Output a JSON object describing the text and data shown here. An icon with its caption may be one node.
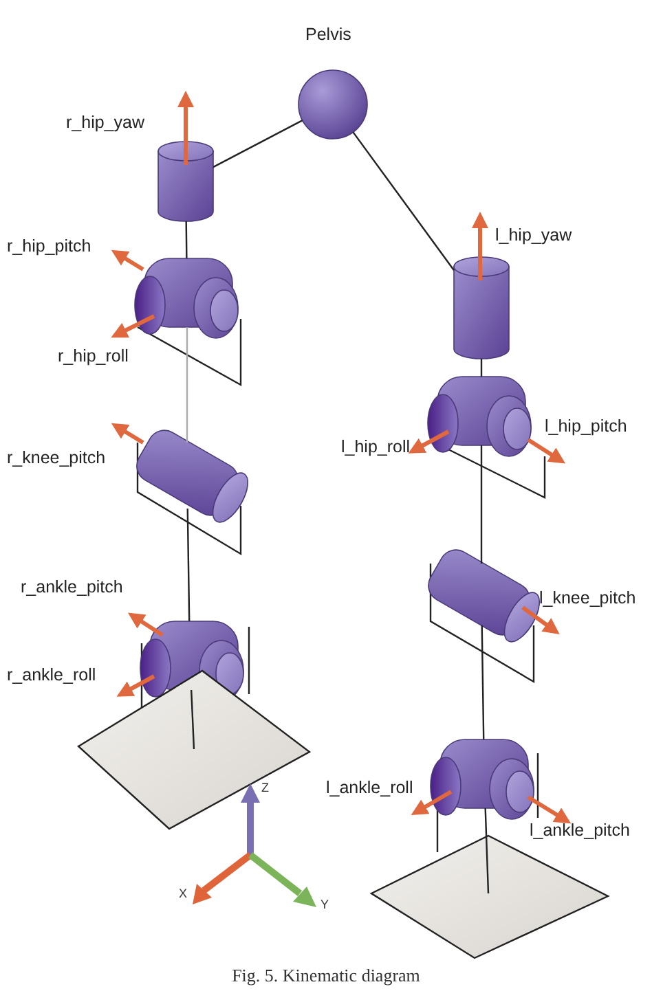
{
  "diagram": {
    "caption": "Fig. 5. Kinematic diagram",
    "nodes": [
      {
        "text": [
          "Pelvis"
        ]
      },
      {
        "text": [
          "r_hip_yaw"
        ]
      },
      {
        "text": [
          "r_hip_pitch",
          "r_hip_roll"
        ]
      },
      {
        "text": [
          "r_knee_pitch"
        ]
      },
      {
        "text": [
          "r_ankle_pitch",
          "r_ankle_roll"
        ]
      },
      {
        "text": [],
        "shape": "diamond"
      },
      {
        "text": [
          "l_hip_yaw"
        ]
      },
      {
        "text": [
          "l_hip_pitch",
          "l_hip_roll"
        ]
      },
      {
        "text": [
          "l_knee_pitch"
        ]
      },
      {
        "text": [
          "l_ankle_roll",
          "l_ankle_pitch"
        ]
      },
      {
        "text": [],
        "shape": "diamond"
      }
    ],
    "edges": [
      {
        "from": 0,
        "to": 1,
        "arrow": "none"
      },
      {
        "from": 1,
        "to": 2,
        "arrow": "none"
      },
      {
        "from": 2,
        "to": 3,
        "arrow": "none",
        "color": "#aaaaaa"
      },
      {
        "from": 3,
        "to": 4,
        "arrow": "none"
      },
      {
        "from": 4,
        "to": 5,
        "arrow": "none"
      },
      {
        "from": 0,
        "to": 6,
        "arrow": "none"
      },
      {
        "from": 6,
        "to": 7,
        "arrow": "none"
      },
      {
        "from": 7,
        "to": 8,
        "arrow": "none"
      },
      {
        "from": 8,
        "to": 9,
        "arrow": "none"
      },
      {
        "from": 9,
        "to": 10,
        "arrow": "none"
      }
    ],
    "labels": [
      "Z",
      "X",
      "Y"
    ]
  }
}
